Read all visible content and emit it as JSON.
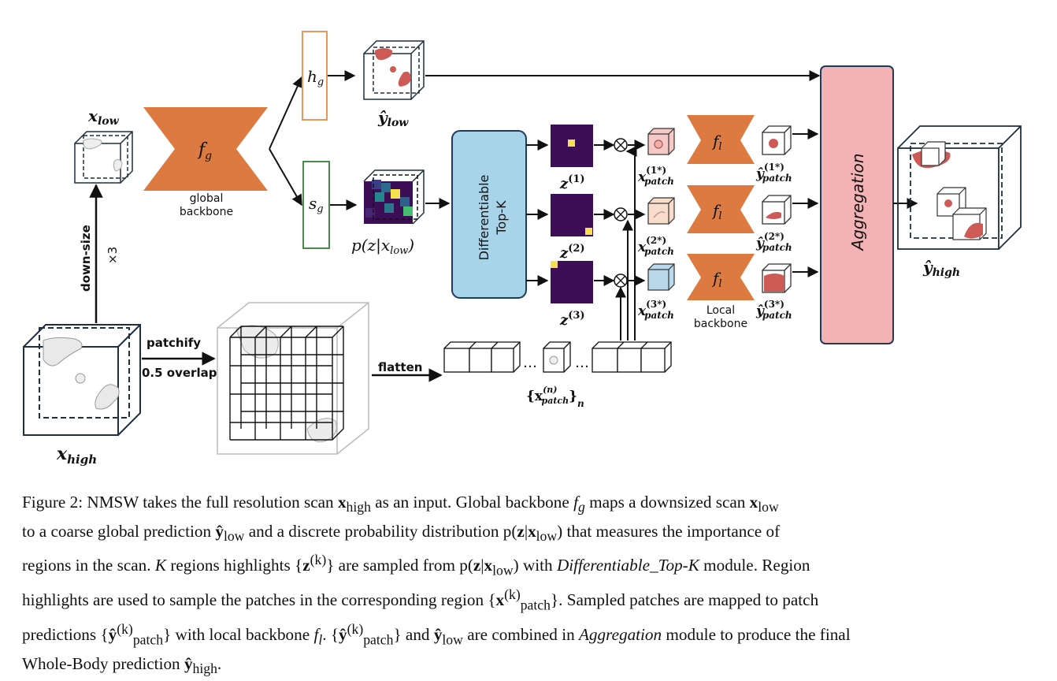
{
  "labels": {
    "x_low": "x",
    "x_low_sub": "low",
    "f_g": "f",
    "f_g_sub": "g",
    "global_backbone_1": "global",
    "global_backbone_2": "backbone",
    "h_g": "h",
    "h_g_sub": "g",
    "s_g": "s",
    "s_g_sub": "g",
    "y_low": "ŷ",
    "y_low_sub": "low",
    "p_z": "p(z|x",
    "p_z_sub": "low",
    "p_z_close": ")",
    "down_size": "down-size",
    "times3": "×3",
    "patchify": "patchify",
    "overlap": "0.5 overlap",
    "flatten": "flatten",
    "dots": "…",
    "x_patch_set": "{x",
    "x_patch_set_sup": "(n)",
    "x_patch_set_sub": "patch",
    "x_patch_set_close": "}",
    "x_patch_set_n": "n",
    "diff_topk_1": "Differentiable",
    "diff_topk_2": "Top-K",
    "z": "z",
    "z1_sup": "(1)",
    "z2_sup": "(2)",
    "z3_sup": "(3)",
    "xp1_sup": "(1*)",
    "xp2_sup": "(2*)",
    "xp3_sup": "(3*)",
    "patch_sub": "patch",
    "f_l": "f",
    "f_l_sub": "l",
    "local_backbone_1": "Local",
    "local_backbone_2": "backbone",
    "y_hat": "ŷ",
    "aggregation": "Aggregation",
    "y_high": "ŷ",
    "y_high_sub": "high",
    "x_high": "x",
    "x_high_sub": "high",
    "otimes": "⊗"
  },
  "colors": {
    "backbone": "#DC7A40",
    "topk": "#A8D4EA",
    "aggregation": "#F3B3B4",
    "aggregation_border": "#C0504D",
    "h_box": "#E8965C",
    "s_box": "#4A8A4A",
    "heatmap_bg": "#3B0E55",
    "highlight": "#F5E050",
    "organ": "#CD5A55",
    "patch_pink": "#F5C9C6",
    "patch_peach": "#F8DDCD",
    "patch_blue": "#B9D8EA"
  },
  "caption": {
    "l1a": "Figure 2: NMSW takes the full resolution scan ",
    "l1b": "x",
    "l1c": "high",
    "l1d": " as an input. Global backbone ",
    "l1e": "f",
    "l1f": "g",
    "l1g": " maps a downsized scan ",
    "l1h": "x",
    "l1i": "low",
    "l2a": "to a coarse global prediction ",
    "l2b": "ŷ",
    "l2c": "low",
    "l2d": " and a discrete probability distribution p(",
    "l2e": "z",
    "l2f": "|",
    "l2g": "x",
    "l2h": "low",
    "l2i": ") that measures the importance of",
    "l3a": "regions in the scan. ",
    "l3b": "K",
    "l3c": " regions highlights {",
    "l3d": "z",
    "l3e": "(k)",
    "l3f": "} are sampled from p(",
    "l3g": "z",
    "l3h": "|",
    "l3i": "x",
    "l3j": "low",
    "l3k": ") with ",
    "l3l": "Differentiable_Top-K",
    "l3m": " module. Region",
    "l4a": "highlights are used to sample the patches in the corresponding region {",
    "l4b": "x",
    "l4c": "(k)",
    "l4d": "patch",
    "l4e": "}. Sampled patches are mapped to patch",
    "l5a": "predictions {",
    "l5b": "ŷ",
    "l5c": "(k)",
    "l5d": "patch",
    "l5e": "} with local backbone ",
    "l5f": "f",
    "l5g": "l",
    "l5h": ". {",
    "l5i": "ŷ",
    "l5j": "(k)",
    "l5k": "patch",
    "l5l": "} and ",
    "l5m": "ŷ",
    "l5n": "low",
    "l5o": " are combined in ",
    "l5p": "Aggregation",
    "l5q": " module to produce the final",
    "l6a": "Whole-Body prediction ",
    "l6b": "ŷ",
    "l6c": "high",
    "l6d": "."
  }
}
